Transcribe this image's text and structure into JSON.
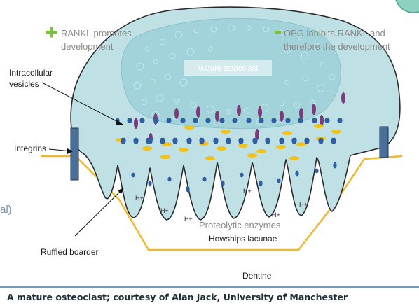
{
  "diagram": {
    "promote_label": {
      "lines": [
        "RANKL promotes",
        "development"
      ],
      "color": "#7cbf3a"
    },
    "inhibit_label": {
      "lines": [
        "OPG inhibits RANKL and",
        "therefore the development"
      ],
      "color": "#7cbf3a"
    },
    "cell_label": "Mature osteoclast",
    "labels": {
      "vesicles": [
        "Intracellular",
        "vesicles"
      ],
      "integrins": "Integrins",
      "ruffled": "Ruffled boarder",
      "enzymes": "Proteolytic enzymes",
      "lacunae": "Howships lacunae",
      "dentine": "Dentine",
      "left_fragment": "al)",
      "hplus": "H+"
    },
    "caption": "A mature osteoclast; courtesy of Alan Jack, University of Manchester",
    "colors": {
      "cell_fill": "#bfe0e5",
      "nucleus_fill": "#a2d3da",
      "lacuna_line": "#f0b733",
      "integrin": "#4a6f99",
      "vesicle_blue": "#2e5ea3",
      "vesicle_purple": "#7b3a78",
      "vesicle_yellow": "#f2c218",
      "caption_rule": "#2e7bb8"
    }
  }
}
